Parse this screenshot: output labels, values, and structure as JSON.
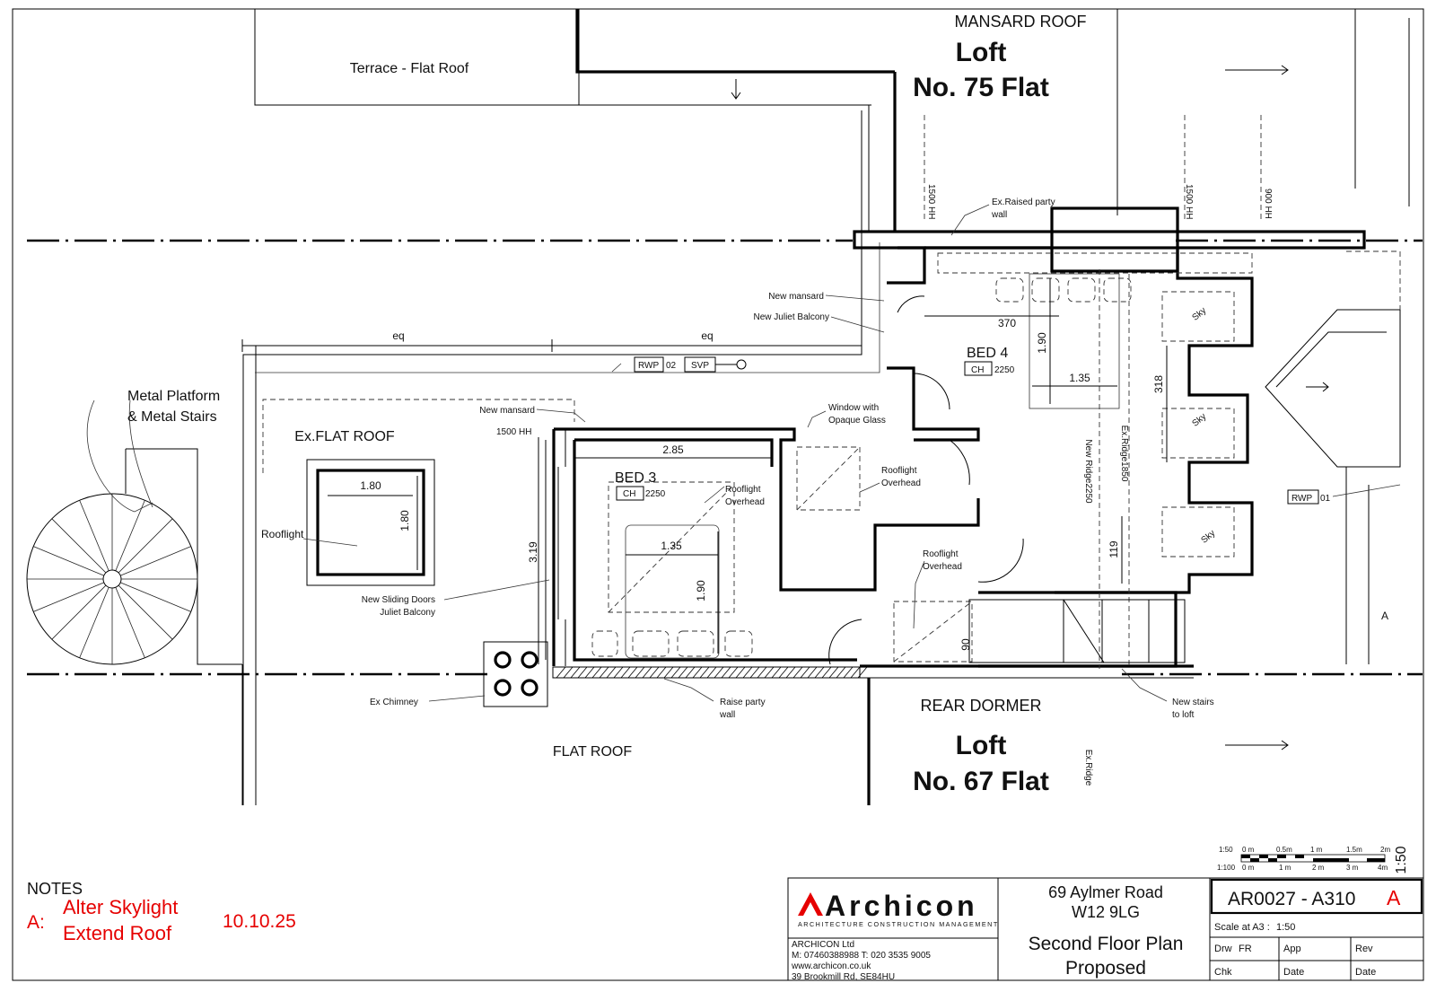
{
  "project": {
    "address_line1": "69 Aylmer Road",
    "address_line2": "W12 9LG",
    "title_line1": "Second Floor Plan",
    "title_line2": "Proposed",
    "drawing_number": "AR0027 - A310",
    "revision_letter": "A",
    "scale_label": "Scale at A3 :",
    "scale_value": "1:50",
    "drawn_label": "Drw",
    "drawn_value": "FR",
    "checked_label": "Chk",
    "app_label": "App",
    "rev_label": "Rev",
    "date_label_1": "Date",
    "date_label_2": "Date"
  },
  "company": {
    "logo_text": "Archicon",
    "tagline": "ARCHITECTURE CONSTRUCTION MANAGEMENT",
    "name": "ARCHICON Ltd",
    "phone": "M: 07460388988 T: 020 3535 9005",
    "web": "www.archicon.co.uk",
    "address": "39 Brookmill Rd,  SE84HU"
  },
  "notes": {
    "heading": "NOTES",
    "rev_letter": "A:",
    "line1": "Alter Skylight",
    "line2": "Extend Roof",
    "date": "10.10.25",
    "color": "#e60000"
  },
  "scale_bar": {
    "r1_scale": "1:50",
    "r1_ticks": [
      "0 m",
      "0.5m",
      "1 m",
      "1.5m",
      "2m"
    ],
    "r2_scale": "1:100",
    "r2_ticks": [
      "0 m",
      "1 m",
      "2 m",
      "3 m",
      "4m"
    ],
    "big": "1:50"
  },
  "plan": {
    "mansard_roof": "MANSARD ROOF",
    "loft_top": "Loft",
    "flat_75": "No. 75 Flat",
    "rear_dormer": "REAR DORMER",
    "loft_bottom": "Loft",
    "flat_67": "No. 67 Flat",
    "terrace": "Terrace - Flat Roof",
    "ex_flat_roof": "Ex.FLAT ROOF",
    "flat_roof": "FLAT ROOF",
    "metal_platform_1": "Metal Platform",
    "metal_platform_2": "& Metal Stairs",
    "rooflight": "Rooflight",
    "rooflight_w": "1.80",
    "rooflight_h": "1.80",
    "new_sliding_1": "New Sliding Doors",
    "new_sliding_2": "Juliet Balcony",
    "ex_chimney": "Ex Chimney",
    "raise_party_1": "Raise party",
    "raise_party_2": "wall",
    "new_stairs_1": "New stairs",
    "new_stairs_2": "to loft",
    "new_mansard_a": "New mansard",
    "new_mansard_b": "New mansard",
    "new_juliet": "New Juliet Balcony",
    "ex_raised_1": "Ex.Raised party",
    "ex_raised_2": "wall",
    "window_opaque_1": "Window with",
    "window_opaque_2": "Opaque Glass",
    "rooflight_oh1_1": "Rooflight",
    "rooflight_oh1_2": "Overhead",
    "rooflight_oh2_1": "Rooflight",
    "rooflight_oh2_2": "Overhead",
    "rooflight_oh3_1": "Rooflight",
    "rooflight_oh3_2": "Overhead",
    "hh_1500_a": "1500 HH",
    "hh_1500_b": "1500 HH",
    "hh_1500_c": "1500 HH",
    "hh_900": "900 HH",
    "rwp02": "RWP",
    "rwp02_num": "02",
    "svp": "SVP",
    "rwp01": "RWP",
    "rwp01_num": "01",
    "eq1": "eq",
    "eq2": "eq",
    "bed3": "BED 3",
    "bed3_ch": "CH",
    "bed3_ch_val": "2250",
    "bed3_w": "2.85",
    "bed3_h": "3.19",
    "bed3_bed_w": "1.35",
    "bed3_bed_h": "1.90",
    "bed4": "BED 4",
    "bed4_ch": "CH",
    "bed4_ch_val": "2250",
    "bed4_370": "370",
    "bed4_bed_w": "1.35",
    "bed4_bed_h": "1.90",
    "dim_318": "318",
    "dim_119": "119",
    "dim_90": "90",
    "sky": "Sky",
    "new_ridge": "New Ridge2250",
    "ex_ridge_1850": "Ex.Ridge1850",
    "ex_ridge": "Ex.Ridge",
    "section_a": "A"
  }
}
